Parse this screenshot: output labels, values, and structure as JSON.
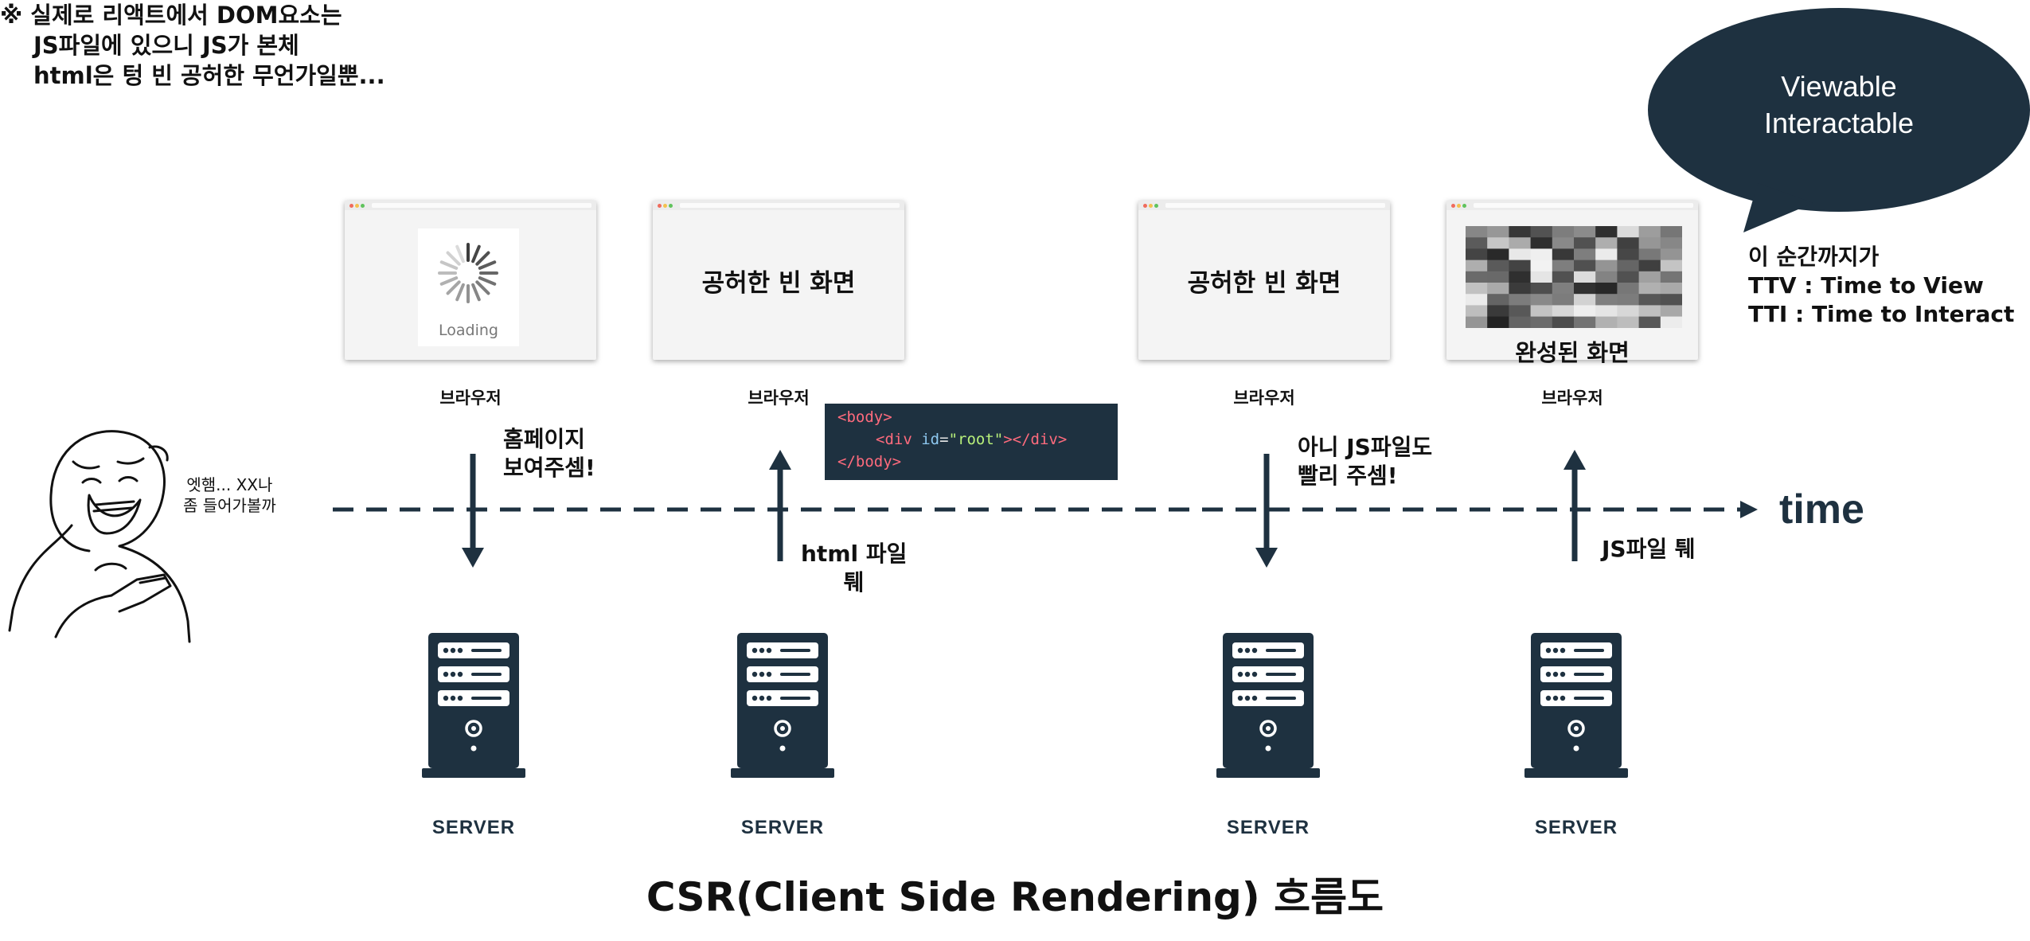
{
  "note": {
    "line1": "※ 실제로 리액트에서 DOM요소는",
    "line2": "JS파일에 있으니 JS가 본체",
    "line3": "html은 텅 빈 공허한 무언가일뿐..."
  },
  "browsers": [
    {
      "label": "브라우저",
      "screen": "Loading"
    },
    {
      "label": "브라우저",
      "screen": "공허한 빈 화면"
    },
    {
      "label": "브라우저",
      "screen": "공허한 빈 화면"
    },
    {
      "label": "브라우저",
      "screen": "완성된 화면"
    }
  ],
  "code_snippet": {
    "line1": "<body>",
    "line2_open": "<div",
    "line2_attr": "id",
    "line2_val": "\"root\"",
    "line2_close": "></div>",
    "line3": "</body>"
  },
  "requests": {
    "r1_l1": "홈페이지",
    "r1_l2": "보여주셈!",
    "r2_l1": "html 파일",
    "r2_l2": "퉤",
    "r3_l1": "아니 JS파일도",
    "r3_l2": "빨리 주셈!",
    "r4_l1": "JS파일 퉤"
  },
  "bubble": {
    "line1": "Viewable",
    "line2": "Interactable"
  },
  "ttv": {
    "line1": "이 순간까지가",
    "line2": "TTV : Time to View",
    "line3": "TTI : Time to Interact"
  },
  "time_label": "time",
  "person": {
    "line1": "엣햄... XX나",
    "line2": "좀 들어가볼까"
  },
  "servers": [
    "SERVER",
    "SERVER",
    "SERVER",
    "SERVER"
  ],
  "title": "CSR(Client Side Rendering) 흐름도",
  "colors": {
    "navy": "#1e3140",
    "code_tag": "#ff6b7d",
    "code_attr": "#8ec8f0",
    "code_val": "#b8f07a"
  },
  "icons": [
    "loading-spinner-icon",
    "server-icon",
    "arrow-down-icon",
    "arrow-up-icon",
    "speech-bubble",
    "person-illustration"
  ]
}
